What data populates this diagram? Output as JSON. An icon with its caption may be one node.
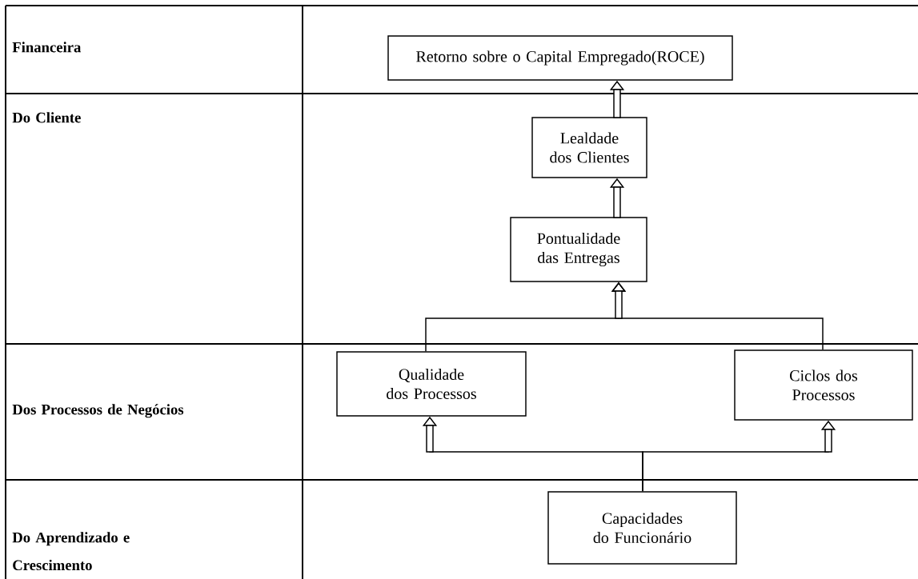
{
  "diagram": {
    "nodes": [
      {
        "text": [
          "Retorno sobre o Capital Empregado(ROCE)"
        ]
      },
      {
        "text": [
          "Lealdade dos Clientes"
        ]
      },
      {
        "text": [
          "Pontualidade das Entregas"
        ]
      },
      {
        "text": [
          "Qualidade dos Processos"
        ]
      },
      {
        "text": [
          "Ciclos dos Processos"
        ]
      },
      {
        "text": [
          "Capacidades do Funcionário"
        ]
      }
    ],
    "edges": [
      {
        "from": 1,
        "to": 0,
        "arrow": "to"
      },
      {
        "from": 2,
        "to": 1,
        "arrow": "to"
      },
      {
        "from": 3,
        "to": 2,
        "arrow": "to"
      },
      {
        "from": 4,
        "to": 2,
        "arrow": "to"
      },
      {
        "from": 5,
        "to": 3,
        "arrow": "to"
      },
      {
        "from": 5,
        "to": 4,
        "arrow": "to"
      }
    ],
    "labels": [
      "Financeira",
      "Do Cliente",
      "Dos Processos de Negócios",
      "Do Aprendizado e Crescimento"
    ]
  }
}
